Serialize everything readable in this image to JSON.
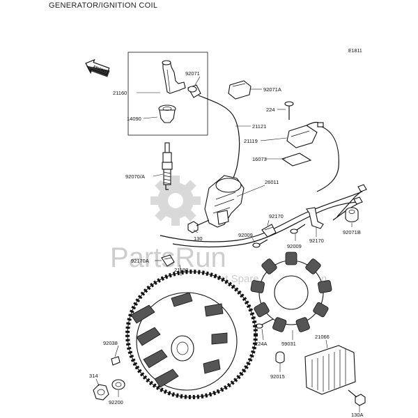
{
  "page": {
    "title": "GENERATOR/IGNITION COIL",
    "diagram_id": "E1811"
  },
  "front_arrow": {
    "label": "FRONT"
  },
  "watermark": {
    "brand": "PartsRun",
    "tagline": "Your Best Spare Parts Solution",
    "icon": "gear-icon"
  },
  "callouts": [
    {
      "id": "92071"
    },
    {
      "id": "21160"
    },
    {
      "id": "14090"
    },
    {
      "id": "92071A"
    },
    {
      "id": "224"
    },
    {
      "id": "21121"
    },
    {
      "id": "21119"
    },
    {
      "id": "16073"
    },
    {
      "id": "92070/A"
    },
    {
      "id": "26011"
    },
    {
      "id": "92170"
    },
    {
      "id": "130"
    },
    {
      "id": "92009"
    },
    {
      "id": "92009"
    },
    {
      "id": "92170"
    },
    {
      "id": "92071B"
    },
    {
      "id": "92170A"
    },
    {
      "id": "21193"
    },
    {
      "id": "92038"
    },
    {
      "id": "224A"
    },
    {
      "id": "59031"
    },
    {
      "id": "21066"
    },
    {
      "id": "314"
    },
    {
      "id": "92200"
    },
    {
      "id": "92015"
    },
    {
      "id": "130A"
    }
  ]
}
